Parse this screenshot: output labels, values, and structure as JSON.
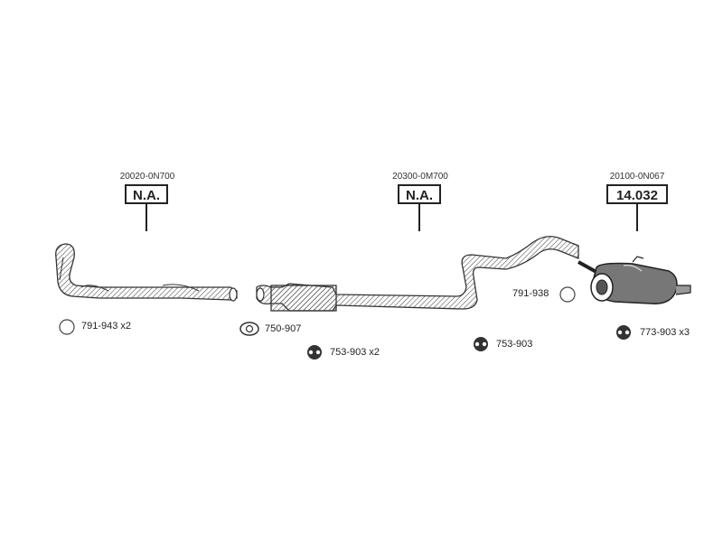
{
  "sections": [
    {
      "oem": "20020-0N700",
      "part": "N.A."
    },
    {
      "oem": "20300-0M700",
      "part": "N.A."
    },
    {
      "oem": "20100-0N067",
      "part": "14.032"
    }
  ],
  "accessories": [
    {
      "code": "791-943 x2",
      "icon": "ring-gasket-icon"
    },
    {
      "code": "750-907",
      "icon": "flange-gasket-icon"
    },
    {
      "code": "753-903 x2",
      "icon": "rubber-hanger-icon"
    },
    {
      "code": "753-903",
      "icon": "rubber-hanger-icon"
    },
    {
      "code": "791-938",
      "icon": "ring-gasket-icon"
    },
    {
      "code": "773-903 x3",
      "icon": "rubber-hanger-icon"
    }
  ]
}
